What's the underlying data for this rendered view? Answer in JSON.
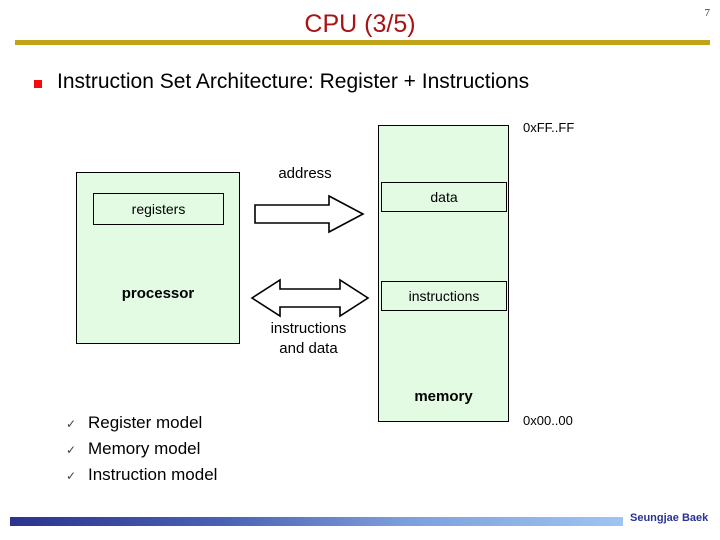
{
  "slide": {
    "title": "CPU (3/5)",
    "page_number": "7",
    "accent_rule_color": "#bfa318",
    "title_color": "#a81414"
  },
  "main_bullet": {
    "marker": "red-square-bullet",
    "text": "Instruction Set Architecture: Register + Instructions",
    "marker_color": "#f50b0b"
  },
  "diagram": {
    "processor": {
      "label": "processor",
      "registers_label": "registers",
      "fill_color": "#e2fbe2"
    },
    "memory": {
      "label": "memory",
      "data_label": "data",
      "instructions_label": "instructions",
      "fill_color": "#e2fbe2",
      "address_top": "0xFF..FF",
      "address_bottom": "0x00..00"
    },
    "buses": {
      "address_label": "address",
      "data_bus_line1": "instructions",
      "data_bus_line2": "and data"
    }
  },
  "sub_bullets": {
    "check_glyph": "✓",
    "items": [
      {
        "label": "Register model"
      },
      {
        "label": "Memory model"
      },
      {
        "label": "Instruction model"
      }
    ]
  },
  "footer": {
    "author": "Seungjae Baek",
    "bar_gradient_start": "#2b3390",
    "bar_gradient_end": "#9fc4f2"
  }
}
